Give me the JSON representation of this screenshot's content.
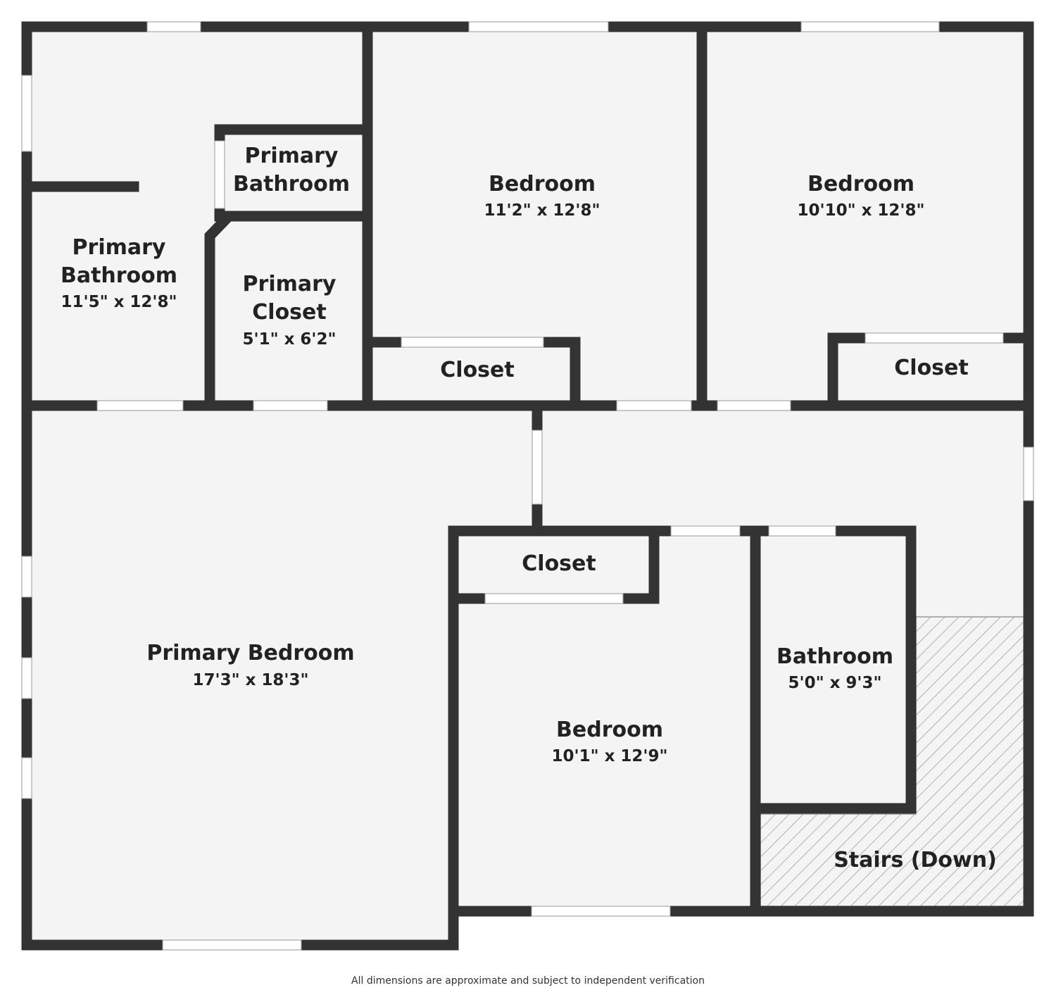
{
  "rooms": {
    "primary_bath_large": {
      "name_line1": "Primary",
      "name_line2": "Bathroom",
      "dims": "11'5\" x 12'8\""
    },
    "primary_bath_small": {
      "name_line1": "Primary",
      "name_line2": "Bathroom"
    },
    "primary_closet": {
      "name_line1": "Primary",
      "name_line2": "Closet",
      "dims": "5'1\" x 6'2\""
    },
    "bedroom_top_mid": {
      "name": "Bedroom",
      "dims": "11'2\" x 12'8\""
    },
    "bedroom_top_right": {
      "name": "Bedroom",
      "dims": "10'10\" x 12'8\""
    },
    "closet_top_mid": {
      "name": "Closet"
    },
    "closet_top_right": {
      "name": "Closet"
    },
    "primary_bedroom": {
      "name": "Primary Bedroom",
      "dims": "17'3\" x 18'3\""
    },
    "closet_mid": {
      "name": "Closet"
    },
    "bedroom_bottom": {
      "name": "Bedroom",
      "dims": "10'1\" x 12'9\""
    },
    "bathroom": {
      "name": "Bathroom",
      "dims": "5'0\" x 9'3\""
    },
    "stairs": {
      "name": "Stairs (Down)"
    }
  },
  "footer": {
    "disclaimer": "All dimensions are approximate and subject to independent verification"
  },
  "colors": {
    "wall": "#333333",
    "floor": "#f4f4f4",
    "opening": "#ffffff",
    "stairs_hatch": "#9a9a9a"
  }
}
